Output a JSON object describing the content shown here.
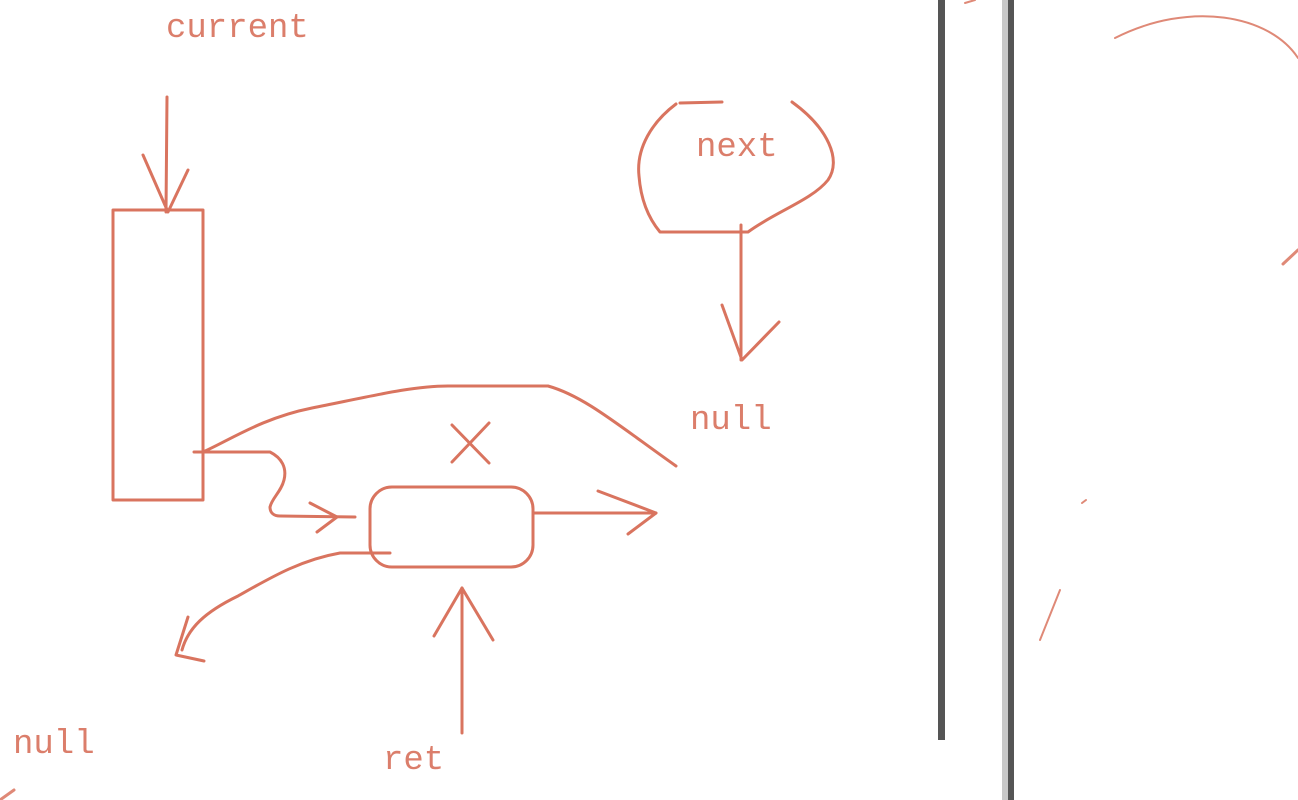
{
  "colors": {
    "ink": "#d9745f",
    "divider": "#555555",
    "panel_shadow": "#c8c8c8"
  },
  "labels": {
    "current": "current",
    "next": "next",
    "null_top": "null",
    "cross": "X",
    "null_bottom": "null",
    "ret": "ret"
  }
}
